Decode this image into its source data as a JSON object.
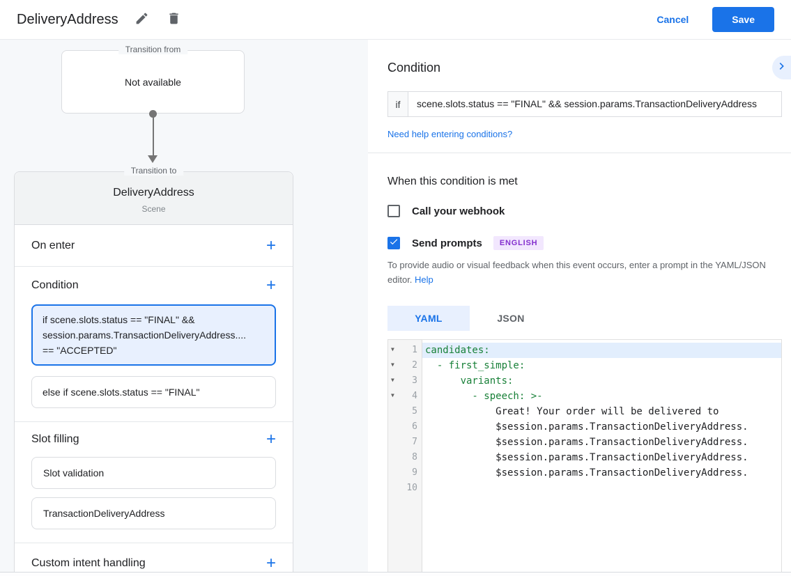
{
  "header": {
    "title": "DeliveryAddress",
    "cancel": "Cancel",
    "save": "Save"
  },
  "colors": {
    "accent": "#1a73e8",
    "selected_card_bg": "#e8f0fe",
    "code_green": "#188038",
    "badge_bg": "#f2e7fe",
    "badge_text": "#8430ce"
  },
  "flow": {
    "transition_from_label": "Transition from",
    "transition_from_value": "Not available",
    "transition_to_label": "Transition to",
    "scene_name": "DeliveryAddress",
    "scene_subtitle": "Scene",
    "on_enter_label": "On enter",
    "condition_label": "Condition",
    "slot_filling_label": "Slot filling",
    "custom_intent_label": "Custom intent handling",
    "condition_cards": [
      {
        "lines": [
          "if scene.slots.status == \"FINAL\" &&",
          "session.params.TransactionDeliveryAddress....",
          "== \"ACCEPTED\""
        ]
      },
      {
        "lines": [
          "else if scene.slots.status == \"FINAL\""
        ]
      }
    ],
    "slot_cards": [
      "Slot validation",
      "TransactionDeliveryAddress"
    ]
  },
  "panel": {
    "heading": "Condition",
    "if_label": "if",
    "if_value": "scene.slots.status == \"FINAL\" && session.params.TransactionDeliveryAddress",
    "help_link": "Need help entering conditions?",
    "when_heading": "When this condition is met",
    "webhook_label": "Call your webhook",
    "send_prompts_label": "Send prompts",
    "language_badge": "ENGLISH",
    "helper_text": "To provide audio or visual feedback when this event occurs, enter a prompt in the YAML/JSON editor.",
    "helper_link": "Help",
    "tab_yaml": "YAML",
    "tab_json": "JSON",
    "editor_lines": [
      {
        "num": "1",
        "text": "candidates:"
      },
      {
        "num": "2",
        "text": "  - first_simple:"
      },
      {
        "num": "3",
        "text": "      variants:"
      },
      {
        "num": "4",
        "text": "        - speech: >-"
      },
      {
        "num": "5",
        "text": "            Great! Your order will be delivered to"
      },
      {
        "num": "6",
        "text": "            $session.params.TransactionDeliveryAddress."
      },
      {
        "num": "7",
        "text": "            $session.params.TransactionDeliveryAddress."
      },
      {
        "num": "8",
        "text": "            $session.params.TransactionDeliveryAddress."
      },
      {
        "num": "9",
        "text": "            $session.params.TransactionDeliveryAddress."
      },
      {
        "num": "10",
        "text": ""
      }
    ]
  }
}
